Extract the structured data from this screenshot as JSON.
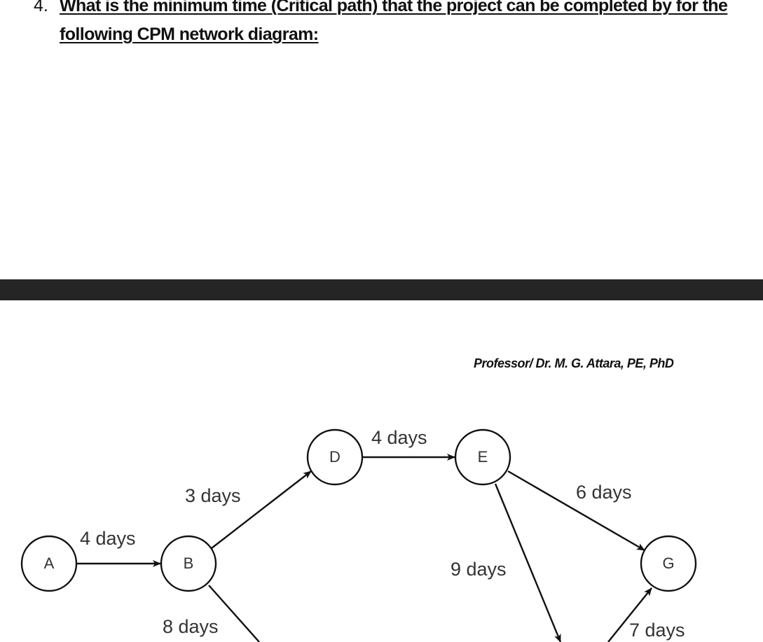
{
  "question": {
    "number": "4.",
    "text": "What is the minimum time (Critical path) that the project can be completed by for the following CPM network diagram:"
  },
  "author": "Professor/ Dr. M. G. Attara, PE, PhD",
  "colors": {
    "divider_band": "#252525",
    "background": "#ffffff",
    "ink": "#111111"
  },
  "diagram": {
    "type": "CPM network",
    "nodes": [
      {
        "id": "A",
        "label": "A"
      },
      {
        "id": "B",
        "label": "B"
      },
      {
        "id": "D",
        "label": "D"
      },
      {
        "id": "E",
        "label": "E"
      },
      {
        "id": "G",
        "label": "G"
      }
    ],
    "edges": [
      {
        "from": "A",
        "to": "B",
        "label": "4 days"
      },
      {
        "from": "B",
        "to": "D",
        "label": "3 days"
      },
      {
        "from": "B",
        "to": "(cut off below)",
        "label": "8 days"
      },
      {
        "from": "D",
        "to": "E",
        "label": "4 days"
      },
      {
        "from": "E",
        "to": "G",
        "label": "6 days"
      },
      {
        "from": "E",
        "to": "(cut off below)",
        "label": "9 days"
      },
      {
        "from": "(cut off below)",
        "to": "G",
        "label": "7 days"
      }
    ]
  }
}
